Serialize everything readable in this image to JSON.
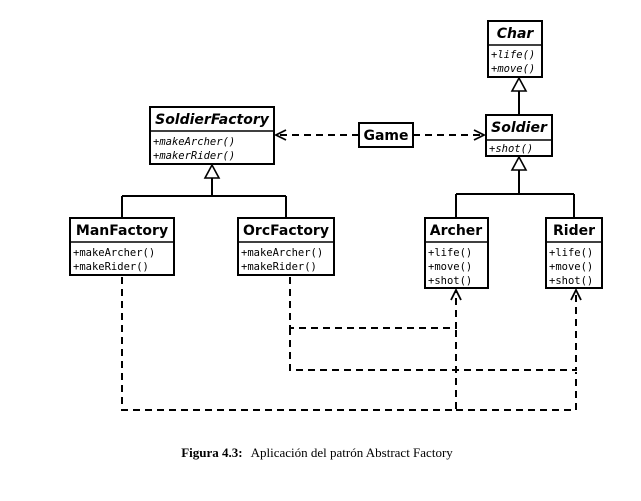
{
  "classes": {
    "char": {
      "name": "Char",
      "ops": [
        "+life()",
        "+move()"
      ]
    },
    "soldier_factory": {
      "name": "SoldierFactory",
      "ops": [
        "+makeArcher()",
        "+makerRider()"
      ]
    },
    "game": {
      "name": "Game"
    },
    "soldier": {
      "name": "Soldier",
      "ops": [
        "+shot()"
      ]
    },
    "man_factory": {
      "name": "ManFactory",
      "ops": [
        "+makeArcher()",
        "+makeRider()"
      ]
    },
    "orc_factory": {
      "name": "OrcFactory",
      "ops": [
        "+makeArcher()",
        "+makeRider()"
      ]
    },
    "archer": {
      "name": "Archer",
      "ops": [
        "+life()",
        "+move()",
        "+shot()"
      ]
    },
    "rider": {
      "name": "Rider",
      "ops": [
        "+life()",
        "+move()",
        "+shot()"
      ]
    }
  },
  "caption": {
    "label": "Figura 4.3:",
    "text": "Aplicación del patrón Abstract Factory"
  }
}
